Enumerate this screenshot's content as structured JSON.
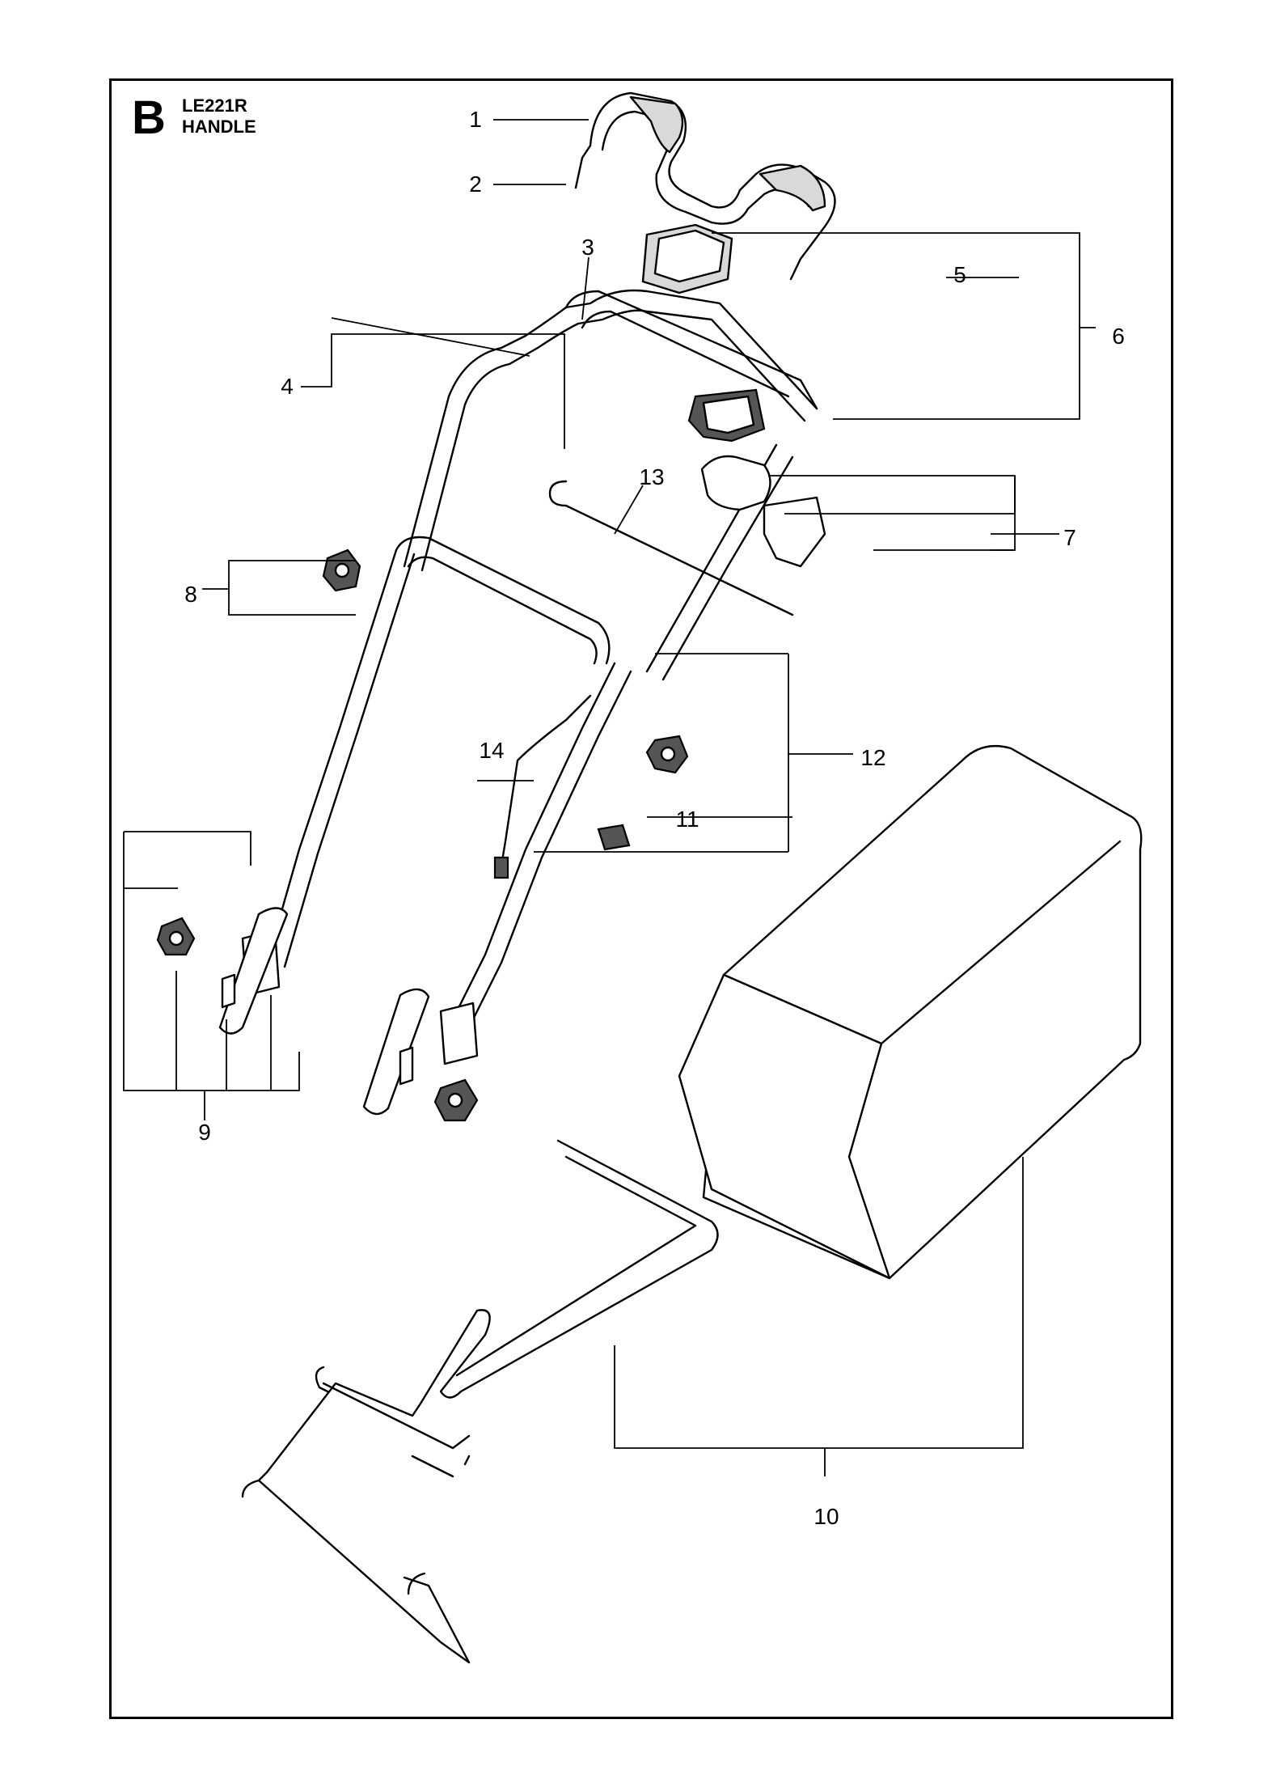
{
  "header": {
    "section_letter": "B",
    "model": "LE221R",
    "title": "HANDLE"
  },
  "callouts": [
    {
      "id": "c1",
      "label": "1"
    },
    {
      "id": "c2",
      "label": "2"
    },
    {
      "id": "c3",
      "label": "3"
    },
    {
      "id": "c4",
      "label": "4"
    },
    {
      "id": "c5",
      "label": "5"
    },
    {
      "id": "c6",
      "label": "6"
    },
    {
      "id": "c7",
      "label": "7"
    },
    {
      "id": "c8",
      "label": "8"
    },
    {
      "id": "c9",
      "label": "9"
    },
    {
      "id": "c10",
      "label": "10"
    },
    {
      "id": "c11",
      "label": "11"
    },
    {
      "id": "c12",
      "label": "12"
    },
    {
      "id": "c13",
      "label": "13"
    },
    {
      "id": "c14",
      "label": "14"
    }
  ]
}
